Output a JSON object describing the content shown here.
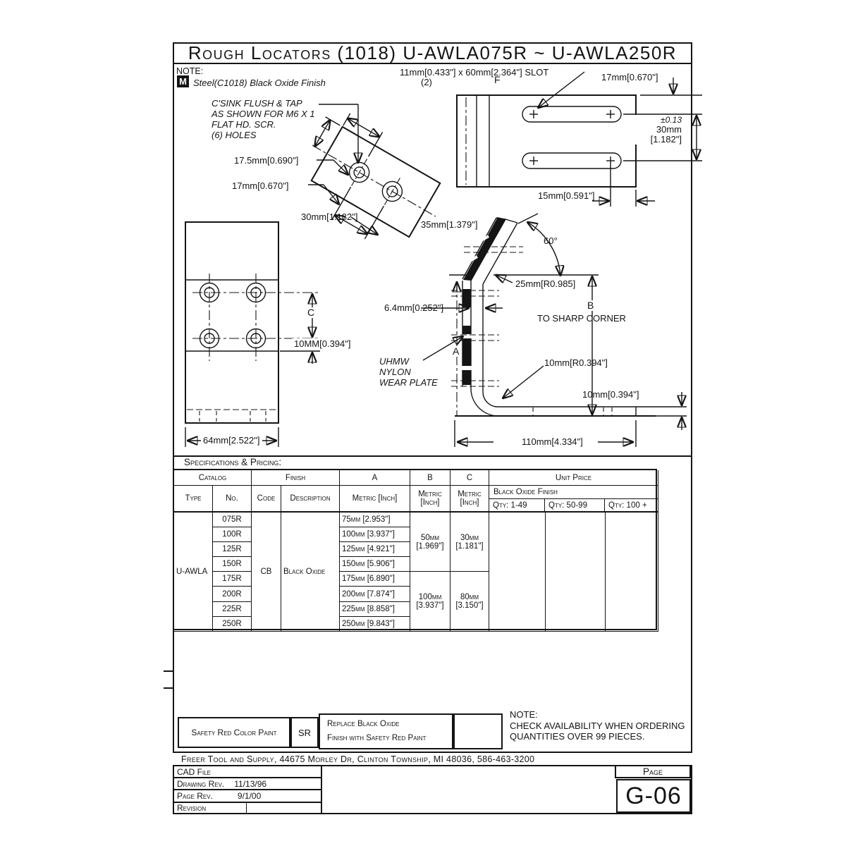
{
  "title": "Rough Locators (1018) U-AWLA075R ~ U-AWLA250R",
  "drawing": {
    "note_label": "NOTE:",
    "material_symbol": "M",
    "material_note": "Steel(C1018) Black Oxide Finish",
    "csink_note": "C'SINK FLUSH & TAP\nAS SHOWN FOR M6 X 1\nFLAT HD. SCR.\n(6) HOLES",
    "labels": {
      "slot_dim": "11mm[0.433\"] x 60mm[2.364\"] SLOT",
      "slot_qty": "(2)",
      "view_f": "F",
      "dim_17mm_top_right": "17mm[0.670\"]",
      "tolerance": "±0.13",
      "dim_30mm_right_metric": "30mm",
      "dim_30mm_right_inch": "[1.182\"]",
      "dim_15mm": "15mm[0.591\"]",
      "dim_17_5mm": "17.5mm[0.690\"]",
      "dim_17mm_left": "17mm[0.670\"]",
      "dim_30mm_holes": "30mm[1.182\"]",
      "dim_35mm": "35mm[1.379\"]",
      "dim_60deg": "60°",
      "dim_25mm_radius": "25mm[R0.985]",
      "dim_6_4mm": "6.4mm[0.252\"]",
      "dim_b": "B",
      "to_sharp_corner": "TO SHARP CORNER",
      "dim_a": "A",
      "uhmw_note": "UHMW\nNYLON\nWEAR PLATE",
      "dim_10mm_radius": "10mm[R0.394\"]",
      "dim_10mm_right": "10mm[0.394\"]",
      "dim_110mm": "110mm[4.334\"]",
      "dim_c": "C",
      "dim_10mm_front": "10MM[0.394\"]",
      "dim_64mm": "64mm[2.522\"]"
    }
  },
  "spec_table": {
    "section_label": "Specifications & Pricing:",
    "headers": {
      "catalog": "Catalog",
      "finish": "Finish",
      "a": "A",
      "b": "B",
      "c": "C",
      "unit_price": "Unit Price",
      "type": "Type",
      "no": "No.",
      "code": "Code",
      "description": "Description",
      "metric_inch": "Metric  [Inch]",
      "metric": "Metric",
      "inch": "[Inch]",
      "black_oxide_finish": "Black Oxide Finish",
      "qty_1_49": "Qty: 1-49",
      "qty_50_99": "Qty: 50-99",
      "qty_100_plus": "Qty: 100 +"
    },
    "type_value": "U-AWLA",
    "code_value": "CB",
    "description_value": "Black Oxide",
    "rows": [
      {
        "no": "075R",
        "a": "75mm [2.953\"]"
      },
      {
        "no": "100R",
        "a": "100mm [3.937\"]"
      },
      {
        "no": "125R",
        "a": "125mm [4.921\"]"
      },
      {
        "no": "150R",
        "a": "150mm [5.906\"]"
      },
      {
        "no": "175R",
        "a": "175mm [6.890\"]"
      },
      {
        "no": "200R",
        "a": "200mm [7.874\"]"
      },
      {
        "no": "225R",
        "a": "225mm [8.858\"]"
      },
      {
        "no": "250R",
        "a": "250mm [9.843\"]"
      }
    ],
    "b_groups": [
      {
        "metric": "50mm",
        "inch": "[1.969\"]"
      },
      {
        "metric": "100mm",
        "inch": "[3.937\"]"
      }
    ],
    "c_groups": [
      {
        "metric": "30mm",
        "inch": "[1.181\"]"
      },
      {
        "metric": "80mm",
        "inch": "[3.150\"]"
      }
    ]
  },
  "footer": {
    "safety_label": "Safety Red Color Paint",
    "safety_code": "SR",
    "safety_desc_line1": "Replace Black Oxide",
    "safety_desc_line2": "Finish with Safety Red Paint",
    "note_title": "NOTE:",
    "note_line1": "CHECK AVAILABILITY WHEN ORDERING",
    "note_line2": "QUANTITIES OVER 99 PIECES.",
    "company_line": "Freer Tool and Supply, 44675 Morley Dr, Clinton Township, MI 48036, 586-463-3200",
    "cad_file": "CAD File",
    "drawing_rev_label": "Drawing Rev.",
    "drawing_rev_value": "11/13/96",
    "page_rev_label": "Page Rev.",
    "page_rev_value": "9/1/00",
    "revision_label": "Revision",
    "page_label": "Page",
    "page_number": "G-06"
  }
}
